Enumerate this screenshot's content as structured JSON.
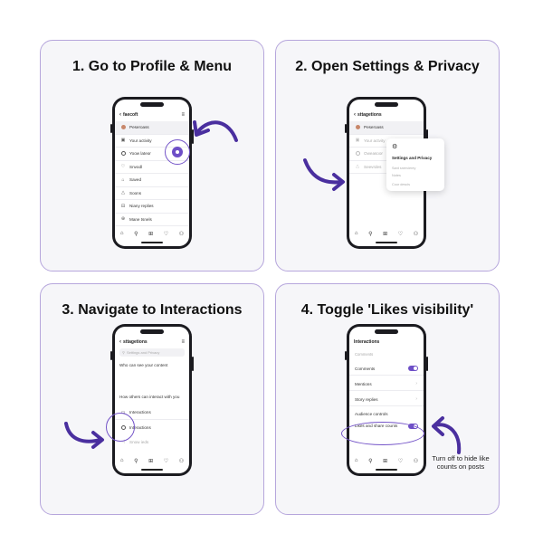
{
  "colors": {
    "accent": "#6e4fc7",
    "panel_border": "#b6a6dc",
    "panel_bg": "#f6f6f9"
  },
  "panel1": {
    "title": "1. Go to Profile & Menu",
    "header": "faecoft",
    "rows": [
      {
        "icon": "avatar-icon",
        "label": "Peseroass"
      },
      {
        "icon": "activity-icon",
        "label": "Your activity"
      },
      {
        "icon": "clock-icon",
        "label": "Yoow lateor"
      },
      {
        "icon": "heart-icon",
        "label": "Snvodl"
      },
      {
        "icon": "bookmark-icon",
        "label": "Saved"
      },
      {
        "icon": "archive-icon",
        "label": "Soons"
      },
      {
        "icon": "reply-icon",
        "label": "Niany replies"
      },
      {
        "icon": "close-friends-icon",
        "label": "Mane tsnels"
      }
    ]
  },
  "panel2": {
    "title": "2. Open Settings & Privacy",
    "header": "sttagetions",
    "rows": [
      {
        "icon": "avatar-icon",
        "label": "Peseroass"
      },
      {
        "icon": "activity-icon",
        "label": "Your actvity"
      },
      {
        "icon": "clock-icon",
        "label": "Oweasoor"
      },
      {
        "icon": "archive-icon",
        "label": "Seevrdes"
      }
    ],
    "popup": {
      "title": "Settings and Privacy",
      "items": [
        "Sant snervierey",
        "Notes",
        "Cour descis"
      ]
    }
  },
  "panel3": {
    "title": "3. Navigate to Interactions",
    "header": "sttagetions",
    "search_placeholder": "Settings and Privacy",
    "section1": "Who can see your content",
    "section2": "How others can interact with you",
    "rows": [
      {
        "icon": "comment-icon",
        "label": "Interactions"
      },
      {
        "icon": "chat-icon",
        "label": "Interactions"
      },
      {
        "icon": "volume-icon",
        "label": "Snow ieds"
      }
    ]
  },
  "panel4": {
    "title": "4. Toggle 'Likes visibility'",
    "header": "Interactions",
    "section1": "Comments",
    "rows": [
      {
        "label": "Comments",
        "control": "toggle"
      },
      {
        "label": "Mentions",
        "control": "chevron"
      },
      {
        "label": "Story replies",
        "control": "chevron"
      }
    ],
    "section2": "Audience controls",
    "likes_row": "Likes and share counts",
    "caption": "Turn off to hide like counts on posts"
  },
  "tabbar_icons": [
    "home-icon",
    "search-icon",
    "add-icon",
    "heart-icon",
    "profile-icon"
  ]
}
